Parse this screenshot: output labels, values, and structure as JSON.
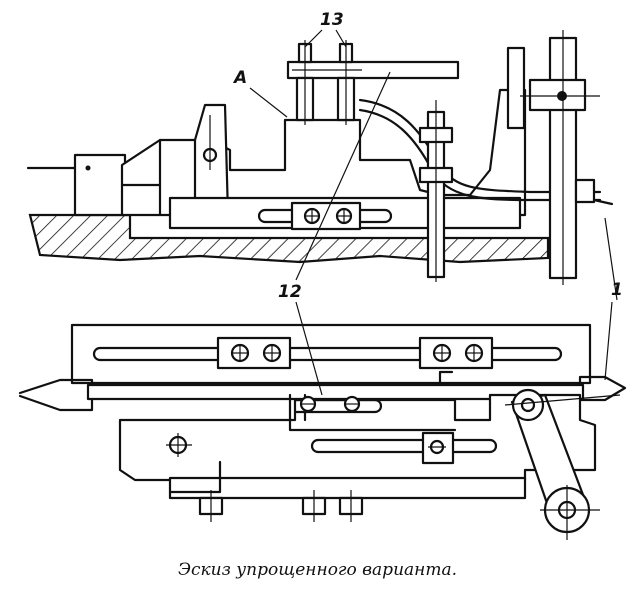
{
  "labels": {
    "part_13": "13",
    "part_A": "A",
    "part_12": "12",
    "part_1": "1"
  },
  "caption": "Эскиз упрощенного варианта."
}
